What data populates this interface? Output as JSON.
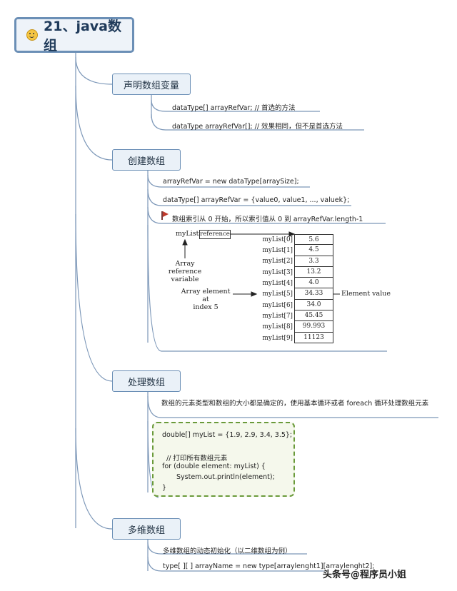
{
  "root": {
    "title": "21、java数组",
    "icon": "smiley-icon"
  },
  "branches": [
    {
      "label": "声明数组变量",
      "leaves": [
        "dataType[] arrayRefVar;   // 首选的方法",
        "dataType arrayRefVar[];  // 效果相同，但不是首选方法"
      ]
    },
    {
      "label": "创建数组",
      "leaves": [
        "arrayRefVar = new dataType[arraySize];",
        "dataType[] arrayRefVar = {value0, value1, ..., valuek};",
        "数组索引从 0 开始，所以索引值从 0 到 arrayRefVar.length-1"
      ],
      "flag_color": "#c0392b"
    },
    {
      "label": "处理数组",
      "leaves": [
        "数组的元素类型和数组的大小都是确定的，使用基本循环或者 foreach 循环处理数组元素"
      ],
      "code": [
        "double[] myList = {1.9, 2.9, 3.4, 3.5};",
        "// 打印所有数组元素",
        "for (double element: myList) {",
        "System.out.println(element);",
        "}"
      ]
    },
    {
      "label": "多维数组",
      "leaves": [
        "多维数组的动态初始化（以二维数组为例）",
        "type[ ][ ] arrayName = new type[arraylenght1][arraylenght2];"
      ]
    }
  ],
  "array_figure": {
    "variable": "myList",
    "reference": "reference",
    "ref_caption": [
      "Array reference",
      "variable"
    ],
    "element_caption": [
      "Array element at",
      "index 5"
    ],
    "value_caption": "Element value",
    "indices": [
      "myList[0]",
      "myList[1]",
      "myList[2]",
      "myList[3]",
      "myList[4]",
      "myList[5]",
      "myList[6]",
      "myList[7]",
      "myList[8]",
      "myList[9]"
    ],
    "values": [
      "5.6",
      "4.5",
      "3.3",
      "13.2",
      "4.0",
      "34.33",
      "34.0",
      "45.45",
      "99.993",
      "11123"
    ]
  },
  "watermark": "头条号@程序员小姐",
  "colors": {
    "node_border": "#6b8fb6",
    "node_fill": "#eaf1f8",
    "code_border": "#6a9a3a",
    "code_fill": "#f5f8ec"
  }
}
